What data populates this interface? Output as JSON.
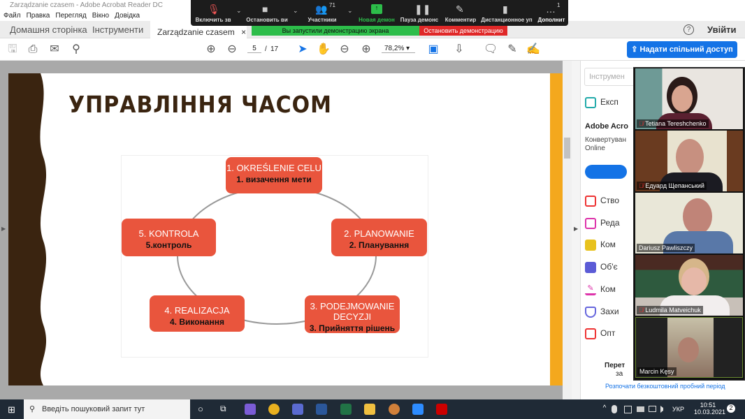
{
  "window": {
    "title": "Zarządzanie czasem - Adobe Acrobat Reader DC"
  },
  "menu": [
    "Файл",
    "Правка",
    "Перегляд",
    "Вікно",
    "Довідка"
  ],
  "tabs": {
    "home": "Домашня сторінка",
    "tools": "Інструменти",
    "doc": "Zarządzanie czasem",
    "close": "×",
    "help": "?",
    "login": "Увійти"
  },
  "toolbar": {
    "page_current": "5",
    "page_sep": "/",
    "page_total": "17",
    "zoom": "78,2%",
    "share": "Надати спільний доступ"
  },
  "zoom_meeting": {
    "buttons": [
      "Включить зв",
      "Остановить ви",
      "Участники",
      "Новая демон",
      "Пауза демонс",
      "Комментир",
      "Дистанционное уп",
      "Дополнит"
    ],
    "participants_count": "71",
    "more_badge": "1",
    "sharing_notice": "Вы запустили демонстрацию экрана",
    "stop_share": "Остановить демонстрацию"
  },
  "slide": {
    "title": "УПРАВЛІННЯ ЧАСОМ",
    "steps": [
      {
        "pl": "1. OKREŚLENIE CELU",
        "ua": "1. визачення мети"
      },
      {
        "pl": "2. PLANOWANIE",
        "ua": "2. Планування"
      },
      {
        "pl": "3. PODEJMOWANIE DECYZJI",
        "ua": "3. Прийняття рішень"
      },
      {
        "pl": "4. REALIZACJA",
        "ua": "4. Виконання"
      },
      {
        "pl": "5. KONTROLA",
        "ua": "5.контроль"
      }
    ]
  },
  "right_panel": {
    "search_placeholder": "Інструмен",
    "export": "Експ",
    "promo_title": "Adobe Acro",
    "promo_text1": "Конвертуван",
    "promo_text2": "Online",
    "items": [
      "Ство",
      "Реда",
      "Ком",
      "Об'є",
      "Ком",
      "Захи",
      "Опт"
    ],
    "footer1": "Перет",
    "footer2": "за",
    "trial_link": "Розпочати безкоштовний пробний період"
  },
  "participants": [
    "Tetiana Tereshchenko",
    "Едуард Щепанський",
    "Dariusz Pawliszczy",
    "Ludmila Matveichuk",
    "Marcin Kęsy"
  ],
  "taskbar": {
    "search": "Введіть пошуковий запит тут",
    "lang": "УКР",
    "time": "10:51",
    "date": "10.03.2021",
    "notif": "2"
  },
  "colors": {
    "accent": "#1473e6",
    "step": "#e9553d",
    "zoom_green": "#2dbd4a",
    "zoom_red": "#e02828"
  }
}
